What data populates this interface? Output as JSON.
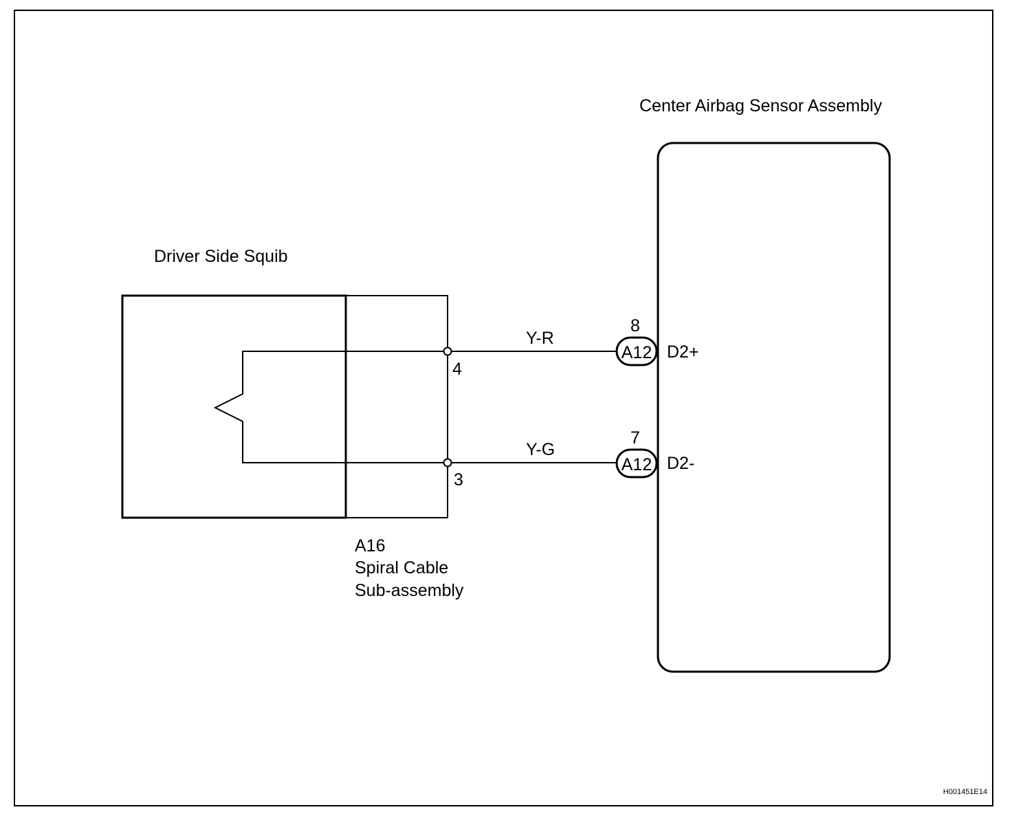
{
  "components": {
    "sensor_assembly": {
      "label": "Center Airbag Sensor Assembly"
    },
    "squib": {
      "label": "Driver Side Squib"
    },
    "spiral_cable": {
      "code": "A16",
      "name_line1": "Spiral Cable",
      "name_line2": "Sub-assembly"
    }
  },
  "circuits": {
    "positive": {
      "cable_pin": "4",
      "wire_color": "Y-R",
      "connector": "A12",
      "connector_pin": "8",
      "terminal": "D2+"
    },
    "negative": {
      "cable_pin": "3",
      "wire_color": "Y-G",
      "connector": "A12",
      "connector_pin": "7",
      "terminal": "D2-"
    }
  },
  "figure_id": "H001451E14"
}
